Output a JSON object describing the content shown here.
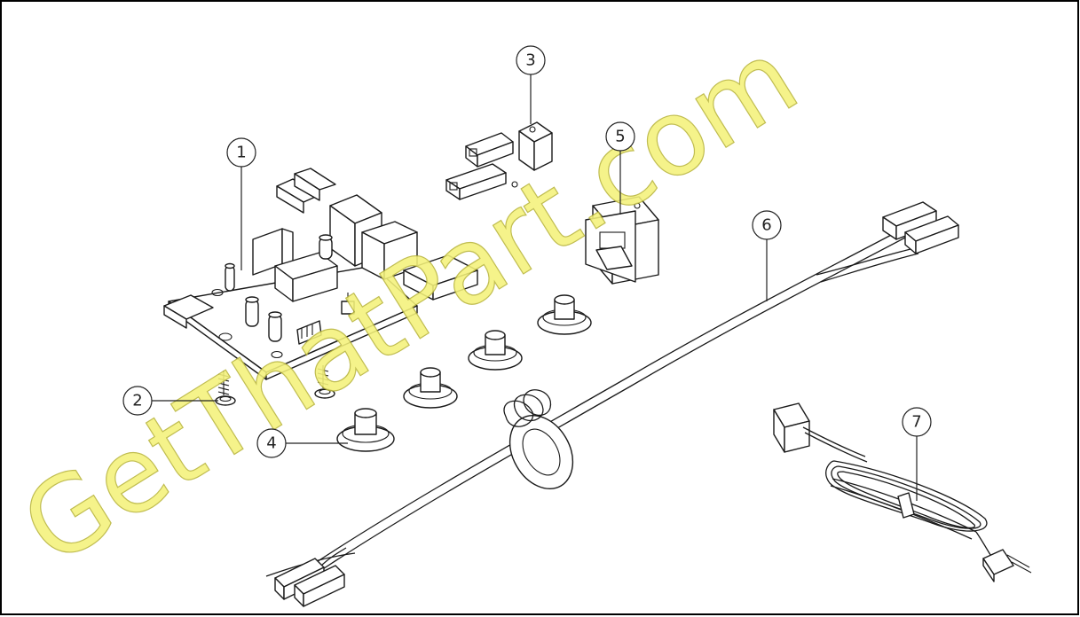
{
  "diagram": {
    "border_color": "#000000",
    "background": "#ffffff",
    "watermark": {
      "text": "GetThatPart.com",
      "fill": "#f4f27a",
      "stroke": "#b8b43a"
    },
    "callouts": [
      {
        "id": "1",
        "label": "1",
        "part": "control-board"
      },
      {
        "id": "2",
        "label": "2",
        "part": "screw"
      },
      {
        "id": "3",
        "label": "3",
        "part": "micro-switch"
      },
      {
        "id": "4",
        "label": "4",
        "part": "standoff"
      },
      {
        "id": "5",
        "label": "5",
        "part": "rocker-switch"
      },
      {
        "id": "6",
        "label": "6",
        "part": "wire-harness"
      },
      {
        "id": "7",
        "label": "7",
        "part": "power-cord"
      }
    ]
  }
}
